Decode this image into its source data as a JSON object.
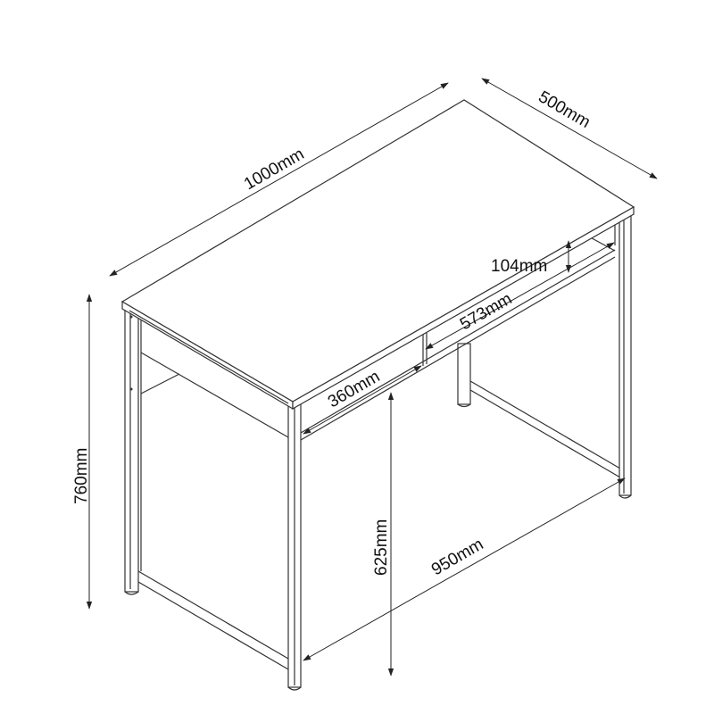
{
  "diagram": {
    "subject": "Desk with metal frame, dimension drawing",
    "dimensions": {
      "width": "1000mm",
      "depth": "500mm",
      "height": "760mm",
      "drawer_opening_height": "104mm",
      "drawer_opening_width": "573mm",
      "drawer_depth": "360mm",
      "legroom_height": "625mm",
      "legroom_width": "950mm"
    },
    "colors": {
      "line": "#333333",
      "background": "#ffffff"
    }
  }
}
